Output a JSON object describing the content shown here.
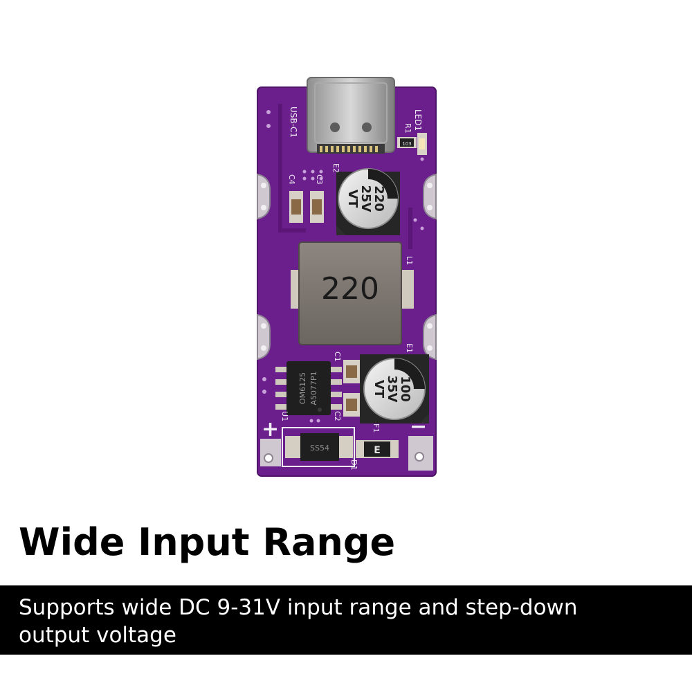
{
  "headline": "Wide Input Range",
  "description": "Supports wide DC 9-31V input range and step-down output voltage",
  "board": {
    "pcb_color": "#6b1f8c",
    "silkscreen": {
      "usb": "USB-C1",
      "led": "LED1",
      "r1": "R1",
      "r1_value": "103",
      "e2": "E2",
      "c4": "C4",
      "c3": "C3",
      "l1": "L1",
      "e1": "E1",
      "c1": "C1",
      "c2": "C2",
      "u1": "U1",
      "d1": "D1",
      "f1": "F1",
      "plus": "+",
      "minus": "−"
    },
    "inductor_marking": "220",
    "cap_e2_marking": {
      "line1": "220",
      "line2": "25V",
      "line3": "VT"
    },
    "cap_e1_marking": {
      "line1": "100",
      "line2": "35V",
      "line3": "VT"
    },
    "ic_marking": {
      "line1": "OM6125",
      "line2": "A5077P1"
    },
    "diode_marking": "SS54",
    "fuse_marking": "E"
  }
}
